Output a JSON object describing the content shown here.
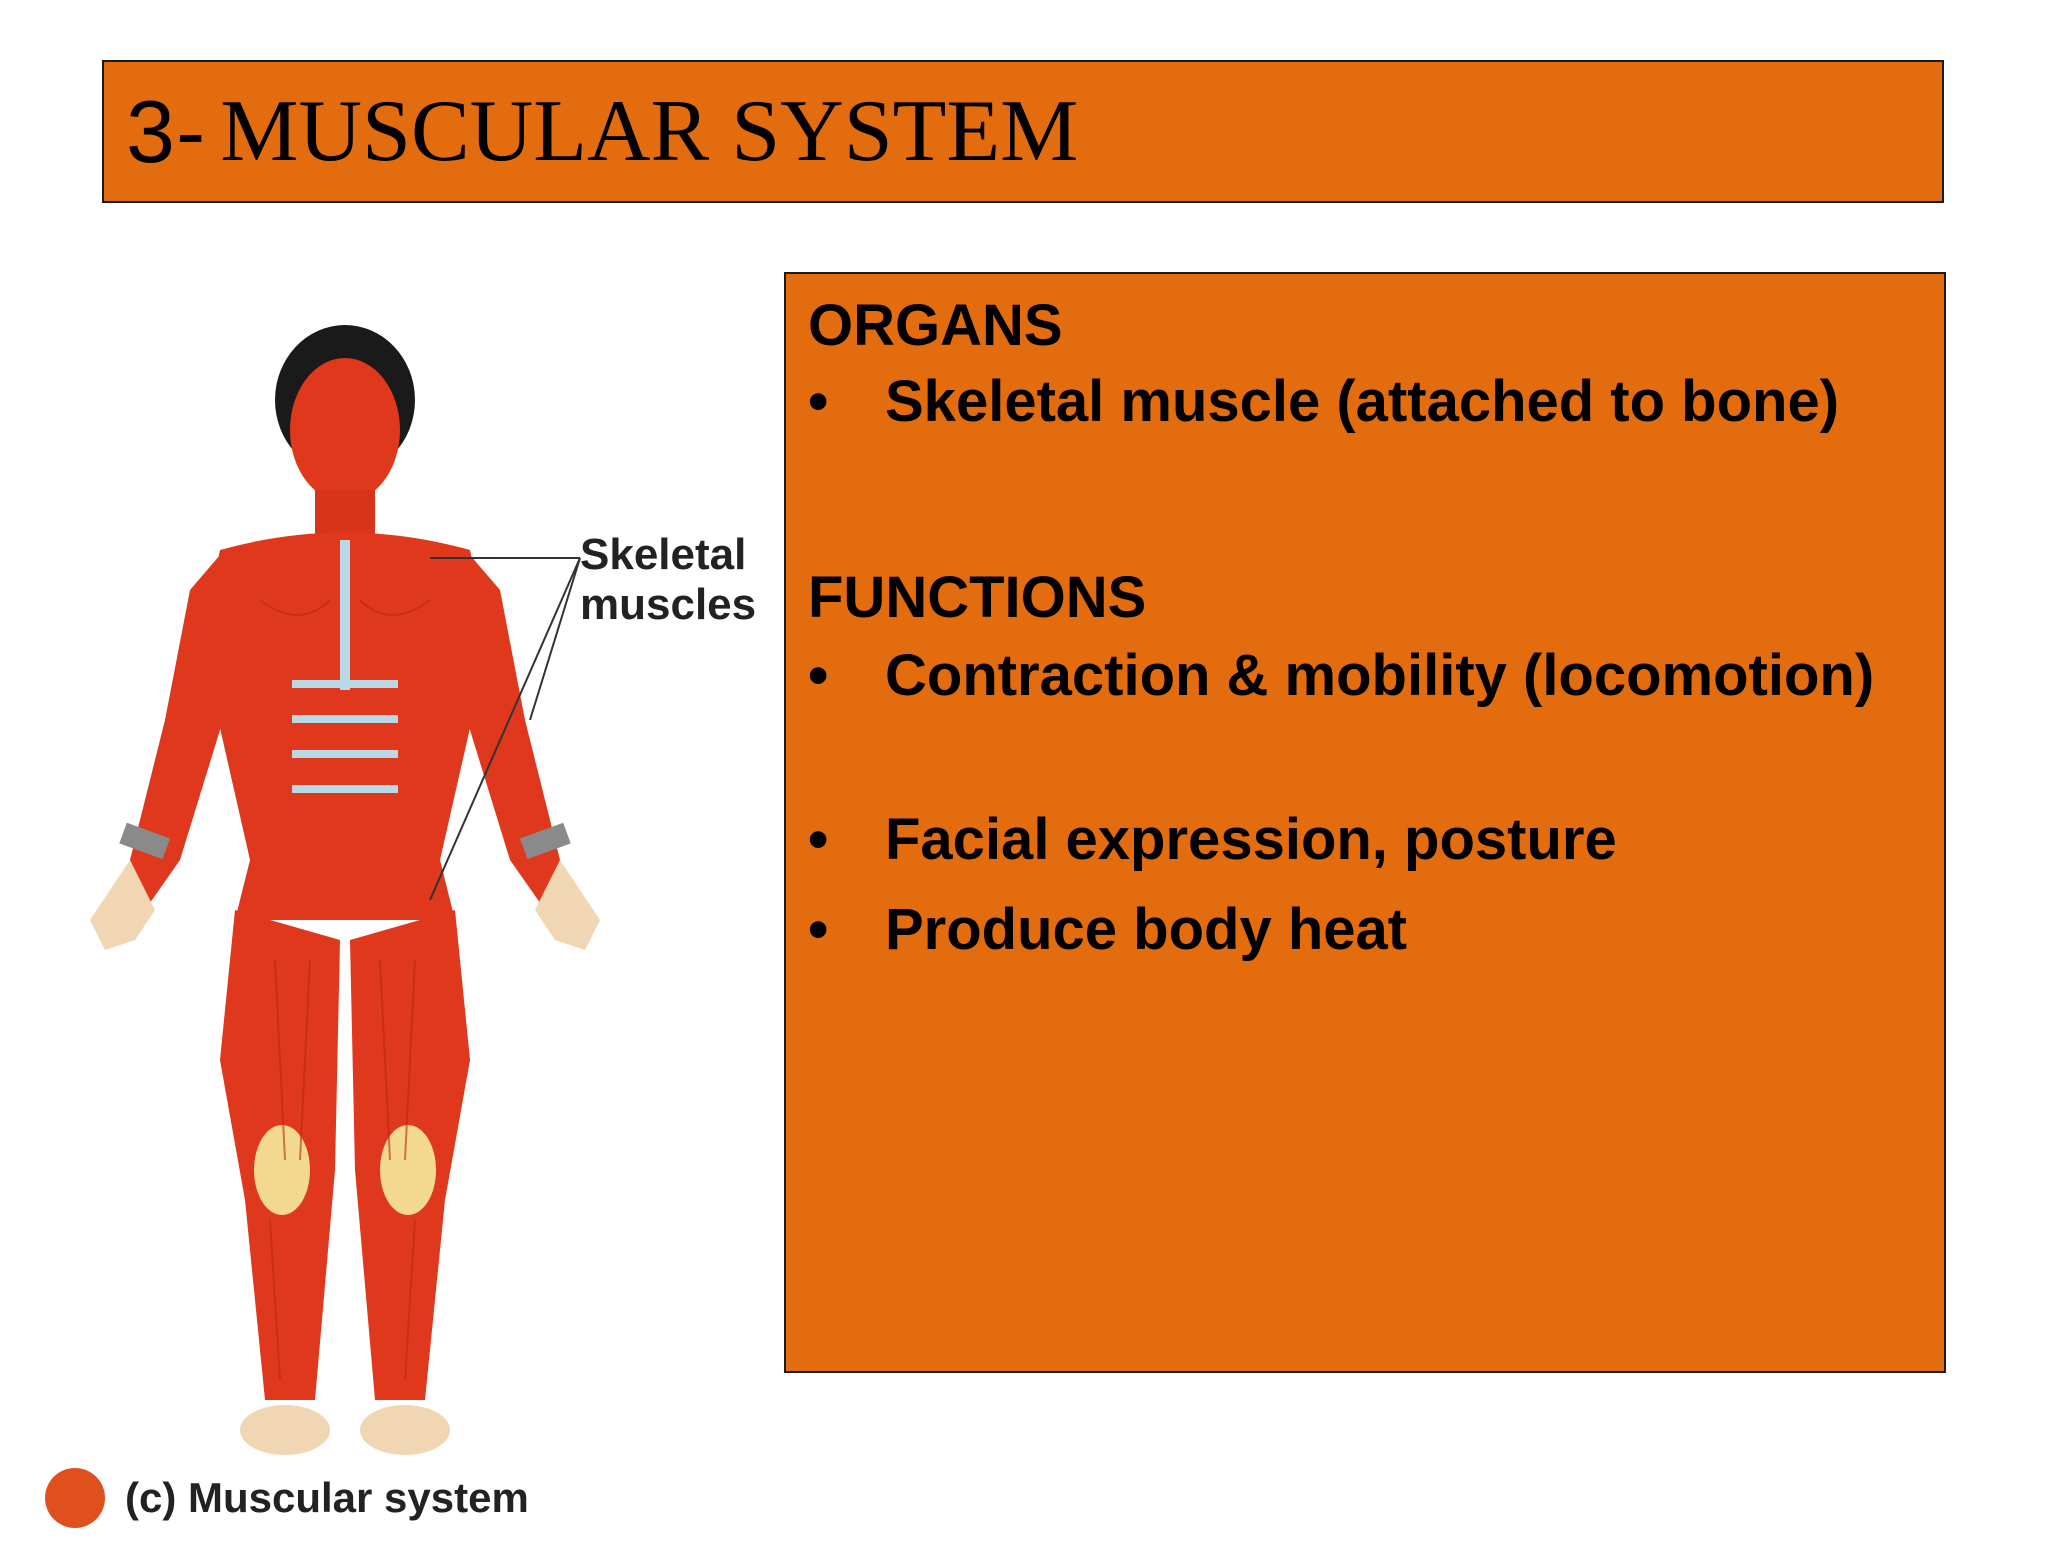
{
  "colors": {
    "accent": "#e36c0f",
    "muscle": "#e0381c",
    "muscle_dark": "#b82a12",
    "tendon": "#b9d9e6",
    "hair": "#1a1a1a"
  },
  "title": {
    "number": "3-",
    "text": "MUSCULAR SYSTEM"
  },
  "organs": {
    "heading": "ORGANS",
    "items": [
      "Skeletal muscle (attached to bone)"
    ]
  },
  "functions": {
    "heading": "FUNCTIONS",
    "items": [
      "Contraction & mobility (locomotion)",
      "Facial expression, posture",
      "Produce body heat"
    ]
  },
  "figure": {
    "callout_line1": "Skeletal",
    "callout_line2": "muscles",
    "caption": "(c) Muscular system"
  },
  "bullet_glyph": "•"
}
